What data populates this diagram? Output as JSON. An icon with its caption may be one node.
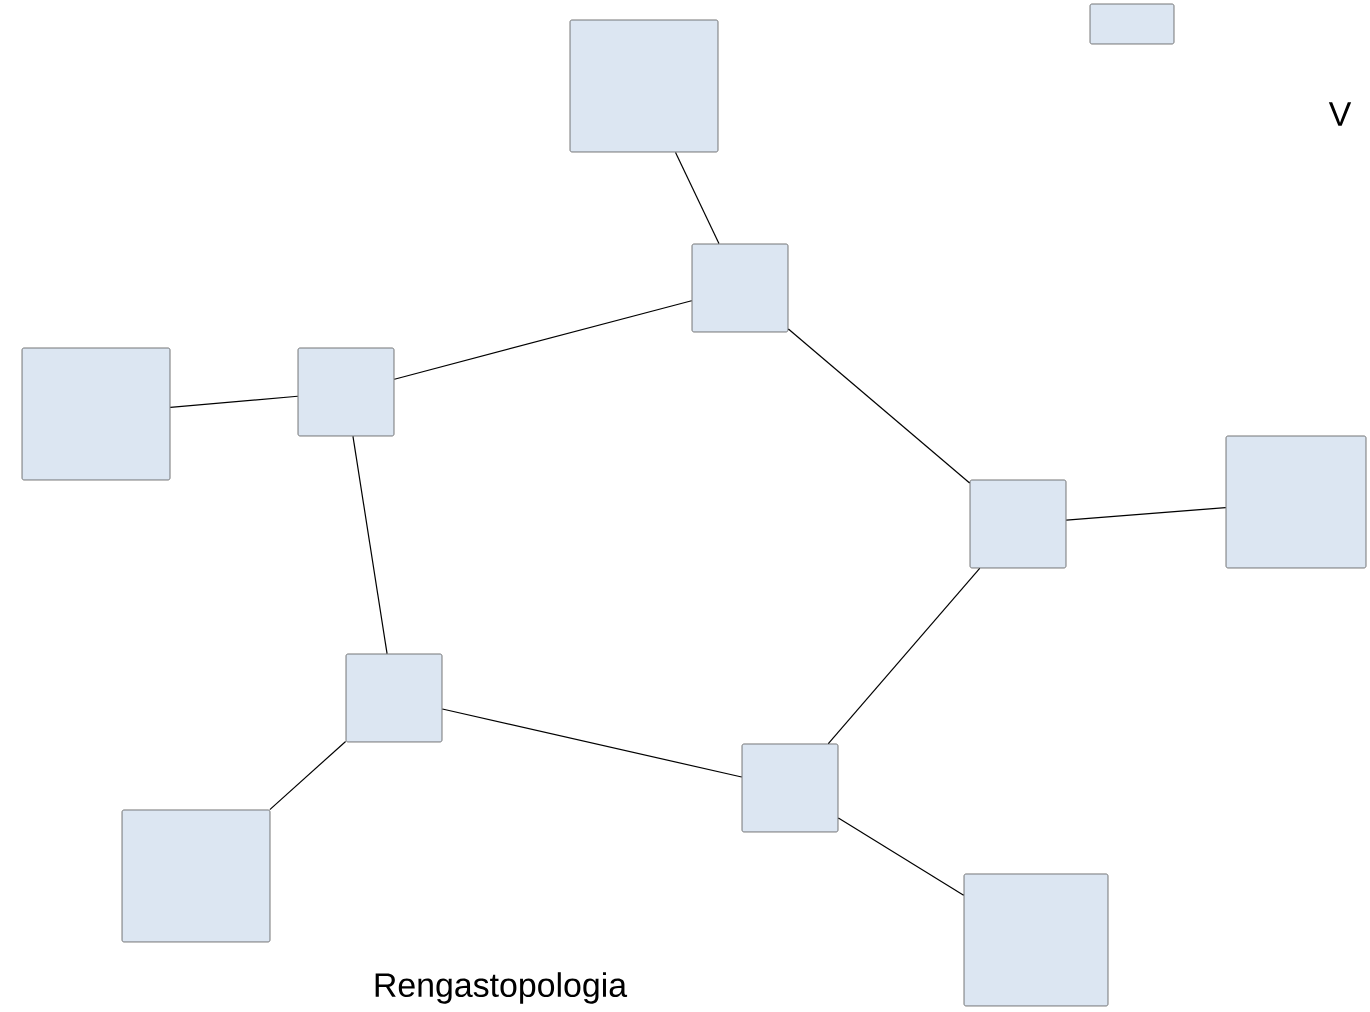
{
  "diagram": {
    "nodes": [
      {
        "text": [],
        "shape": "box"
      },
      {
        "text": [],
        "shape": "box"
      },
      {
        "text": [],
        "shape": "box"
      },
      {
        "text": [],
        "shape": "box"
      },
      {
        "text": [],
        "shape": "box"
      },
      {
        "text": [],
        "shape": "box"
      },
      {
        "text": [],
        "shape": "box"
      },
      {
        "text": [],
        "shape": "box"
      },
      {
        "text": [],
        "shape": "box"
      },
      {
        "text": [],
        "shape": "box"
      },
      {
        "text": [],
        "shape": "box"
      }
    ],
    "edges": [
      {
        "from": 1,
        "to": 2,
        "arrow": "none"
      },
      {
        "from": 2,
        "to": 4,
        "arrow": "none"
      },
      {
        "from": 3,
        "to": 4,
        "arrow": "none"
      },
      {
        "from": 2,
        "to": 5,
        "arrow": "none"
      },
      {
        "from": 5,
        "to": 6,
        "arrow": "none"
      },
      {
        "from": 4,
        "to": 7,
        "arrow": "none"
      },
      {
        "from": 7,
        "to": 8,
        "arrow": "none"
      },
      {
        "from": 8,
        "to": 5,
        "arrow": "none"
      },
      {
        "from": 7,
        "to": 9,
        "arrow": "none"
      },
      {
        "from": 8,
        "to": 10,
        "arrow": "none"
      }
    ],
    "labels": [
      "V",
      "Rengastopologia"
    ]
  }
}
